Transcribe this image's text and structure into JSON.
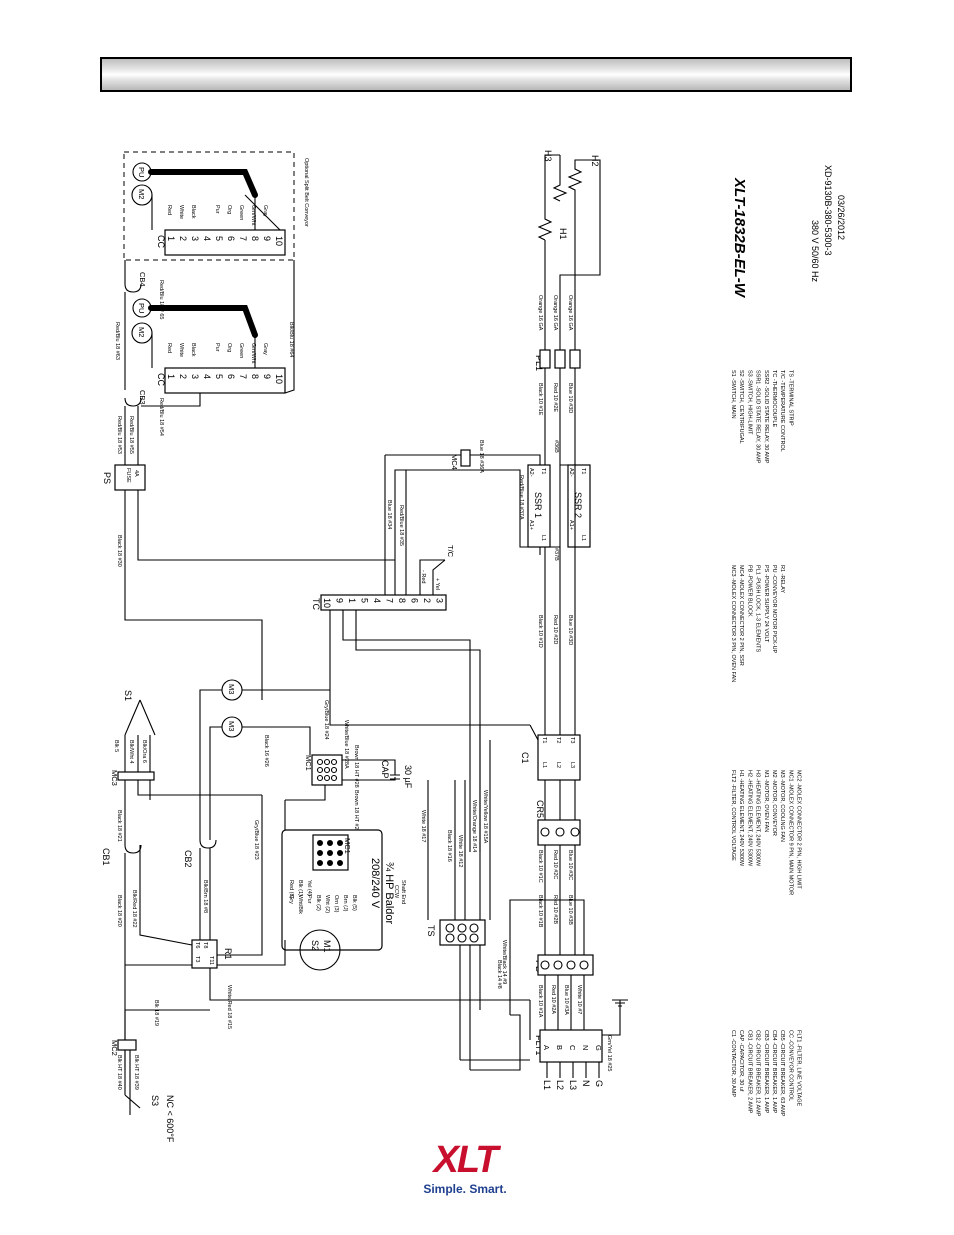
{
  "header": {
    "title": ""
  },
  "model": {
    "name": "XLT-1832B-EL-W",
    "voltage": "380 V 50/60 Hz",
    "drawing_no": "XD-9130B-380-5300-3",
    "date": "03/26/2012"
  },
  "boxes": {
    "optional_label": "Optional Split Belt Conveyor",
    "cc": "CC",
    "cc_pins": [
      "1",
      "2",
      "3",
      "4",
      "5",
      "6",
      "7",
      "8",
      "9",
      "10"
    ],
    "cc_wires_top": [
      "Red",
      "White",
      "Black",
      "",
      "Pur",
      "Org",
      "Green",
      "Grn/Wht",
      "Gray",
      ""
    ],
    "cc_wires_lower": [
      "Red",
      "White",
      "Black",
      "",
      "Pur",
      "Org",
      "Green",
      "Grn/Wht",
      "Gray",
      ""
    ],
    "m2": "M2",
    "pu": "PU",
    "cb4": "CB4",
    "cb3": "CB3",
    "cb4_wire": "Red/Blu 18 # 65",
    "cb3_wire": "Red/Blu 18 #54",
    "wire_63": "Red/Blu 18 #63",
    "wire_64": "Blk/Blu 18 #64",
    "wire_53": "Red/Blu 18 #53",
    "wire_55": "Red/Blu 18 #55",
    "ps": "PS",
    "fuse": "FUSE",
    "fuse_a": "4A",
    "wire_30": "Black 18 #30",
    "tc": "TC",
    "tc_pins": [
      "10",
      "9",
      "1",
      "5",
      "4",
      "7",
      "8",
      "6",
      "2",
      "3"
    ],
    "tc_red": "- Red",
    "tc_yel": "+ Yel",
    "tc_probe": "T/C",
    "wire_34": "Blue 18 #34",
    "wire_35": "Red/Blue 18 #35",
    "mc4": "MC4",
    "wire_36a": "Blue 18 #36A",
    "wire_36b": "#36B",
    "wire_37a": "Red/Blue 18 #37A",
    "wire_37b": "#37B",
    "ssr1": "SSR 1",
    "ssr2": "SSR 2",
    "ssr_a1": "A1+",
    "ssr_a2": "A2-",
    "ssr_l1": "L1",
    "ssr_t1": "T1",
    "pl1": "PL1",
    "pl_in": [
      "Black 10 #1E",
      "Red 10 #2E",
      "Blue 10 #3D"
    ],
    "pl_out": [
      "Orange 16 GA",
      "Orange 16 GA",
      "Orange 16 GA"
    ],
    "h1": "H1",
    "h2": "H2",
    "h3": "H3",
    "c1": "C1",
    "c1_terms": [
      "T1",
      "T2",
      "T3",
      "L1",
      "L2",
      "L3"
    ],
    "c1_out": [
      "Black 10 #1D",
      "Red 10 #2D",
      "Blue 10 #3D"
    ],
    "wire_28a": "White/Blue 18 #28A",
    "m3a": "M3",
    "m3b": "M3",
    "wire_24": "Gry/Blue 18 #24",
    "wire_26": "Black 16 #26",
    "mc1_a": "MC1",
    "wire_28": "Brown 18 HT #28",
    "wire_27": "Brown 18 HT #27",
    "cap": "CAP",
    "cap_val": "30 µF",
    "s1": "S1",
    "mc3": "MC3",
    "wire_blk5": "Blk 5",
    "wire_blkwht4": "Blk/Wht 4",
    "wire_blkora6": "Blk/Ora 6",
    "cb1": "CB1",
    "wire_21": "Black 18 #21",
    "cb2": "CB2",
    "wire_blkbrn": "Blk/Brn 18 #8",
    "wire_23": "Gry/Blue 18 #23",
    "wire_17": "White 18 #17",
    "wire_16": "Black 18 #16",
    "wire_12": "White 18 #12",
    "wire_14": "White/Orange 18 #14",
    "wire_15a": "White/Yellow 18 #15A",
    "mc1_b": "MC1",
    "motor_leads": [
      "Gry",
      "Wht/Blk",
      "Pur",
      "Blk (2)",
      "Wht (2)",
      "Orn (3)",
      "Brn (J)",
      "Blk (5)",
      "Red (8)",
      "Blk (1)",
      "Yel (4)"
    ],
    "m1": "M1",
    "s2": "S2",
    "motor_spec": "208/240 V",
    "motor_hp": "¾ HP Baldor",
    "motor_ccw": "CCW",
    "motor_shaft": "Shaft End",
    "cr5": "CR5",
    "cr5_wires": [
      "Black 10 #1C",
      "Red 10 #2C",
      "Blue 10 #3C"
    ],
    "ts": "TS",
    "r1": "R1",
    "r1_terms": [
      "T6",
      "T8",
      "T3",
      "T11"
    ],
    "wire_20": "Black 18 #20",
    "wire_22": "Blk/Red 18 #22",
    "wire_15": "White/Red 18 #15",
    "wire_19": "Blk 18 #19",
    "mc2": "MC2",
    "wire_40": "Blk HT 18 #40",
    "wire_39": "Blk HT 18 #39",
    "s3": "S3",
    "s3_note": "NC < 600°F",
    "pb": "PB",
    "pb_wires": [
      "Black 10 #1B",
      "Red 10 #2B",
      "Blue 10 #3B"
    ],
    "wire_9": "White/Black 14 #9",
    "wire_8": "Black 14 #8",
    "flt1": "FLT1",
    "flt_wires": [
      "Black 10 #1A",
      "Red 10 #2A",
      "Blue 10 #3A",
      "White 10 #7"
    ],
    "flt_pins": [
      "A",
      "B",
      "C",
      "N",
      "G"
    ],
    "line_in": [
      "L1",
      "L2",
      "L3",
      "N",
      "G"
    ],
    "ground": "Grn/Yel 18 #25"
  },
  "legend": {
    "col1": [
      "C1 -CONTACTOR, 30 AMP",
      "CAP -CAPACITOR, 30 uf",
      "CB1 -CIRCUIT BREAKER, 2 AMP",
      "CB2 -CIRCUIT BREAKER, 12 AMP",
      "CB3 -CIRCUIT BREAKER, 1 AMP",
      "CB4 -CIRCUIT BREAKER, 1 AMP",
      "CB5 -CIRCUIT BREAKER, 63 AMP",
      "CC -CONVEYOR CONTROL",
      "FLT1 -FILTER, LINE VOLTAGE"
    ],
    "col2": [
      "FLT2 -FILTER, CONTROL VOLTAGE",
      "H1 -HEATING ELEMENT, 240V 5300W",
      "H2 -HEATING ELEMENT, 240V 5300W",
      "H3 -HEATING ELEMENT, 240V 5300W",
      "M1 -MOTOR, OVEN FAN",
      "M2 -MOTOR, CONVEYOR",
      "M3 -MOTOR, COOLING FAN",
      "MC1 -MOLEX CONNECTOR 9 PIN, MAIN MOTOR",
      "MC2 -MOLEX CONNECTOR 2 PIN, HIGH LIMIT"
    ],
    "col3": [
      "MC3 -MOLEX CONNECTOR 3 PIN, OVEN FAN",
      "MC4 -MOLEX CONNECTOR 2 PIN, SSR",
      "PB -POWER BLOCK",
      "PL1 -PUSH LOCK, 1-3 ELEMENTS",
      "PS -POWER SUPPLY 24 VOLT",
      "PU -CONVEYOR MOTOR PICK-UP",
      "R1 -RELAY"
    ],
    "col4": [
      "S1 -SWITCH, MAIN",
      "S2 -SWITCH, CENTRIFUGAL",
      "S3 -SWITCH, HIGH-LIMIT",
      "SSR1 -SOLID STATE RELAY, 30 AMP",
      "SSR2 -SOLID STATE RELAY, 30 AMP",
      "TC -THERMOCOUPLE",
      "T/C -TEMPERATURE CONTROL",
      "TS -TERMINAL STRIP"
    ]
  },
  "logo": {
    "mark": "XLT",
    "tagline": "Simple. Smart."
  }
}
